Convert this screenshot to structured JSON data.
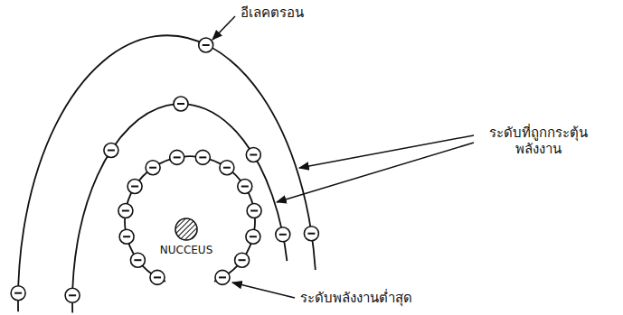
{
  "diagram": {
    "labels": [
      "อีเลคตรอน",
      "ระดับที่ถูกกระตุ้น พลังงาน",
      "NUCCEUS",
      "ระดับพลังงานต่ำสุด"
    ]
  }
}
